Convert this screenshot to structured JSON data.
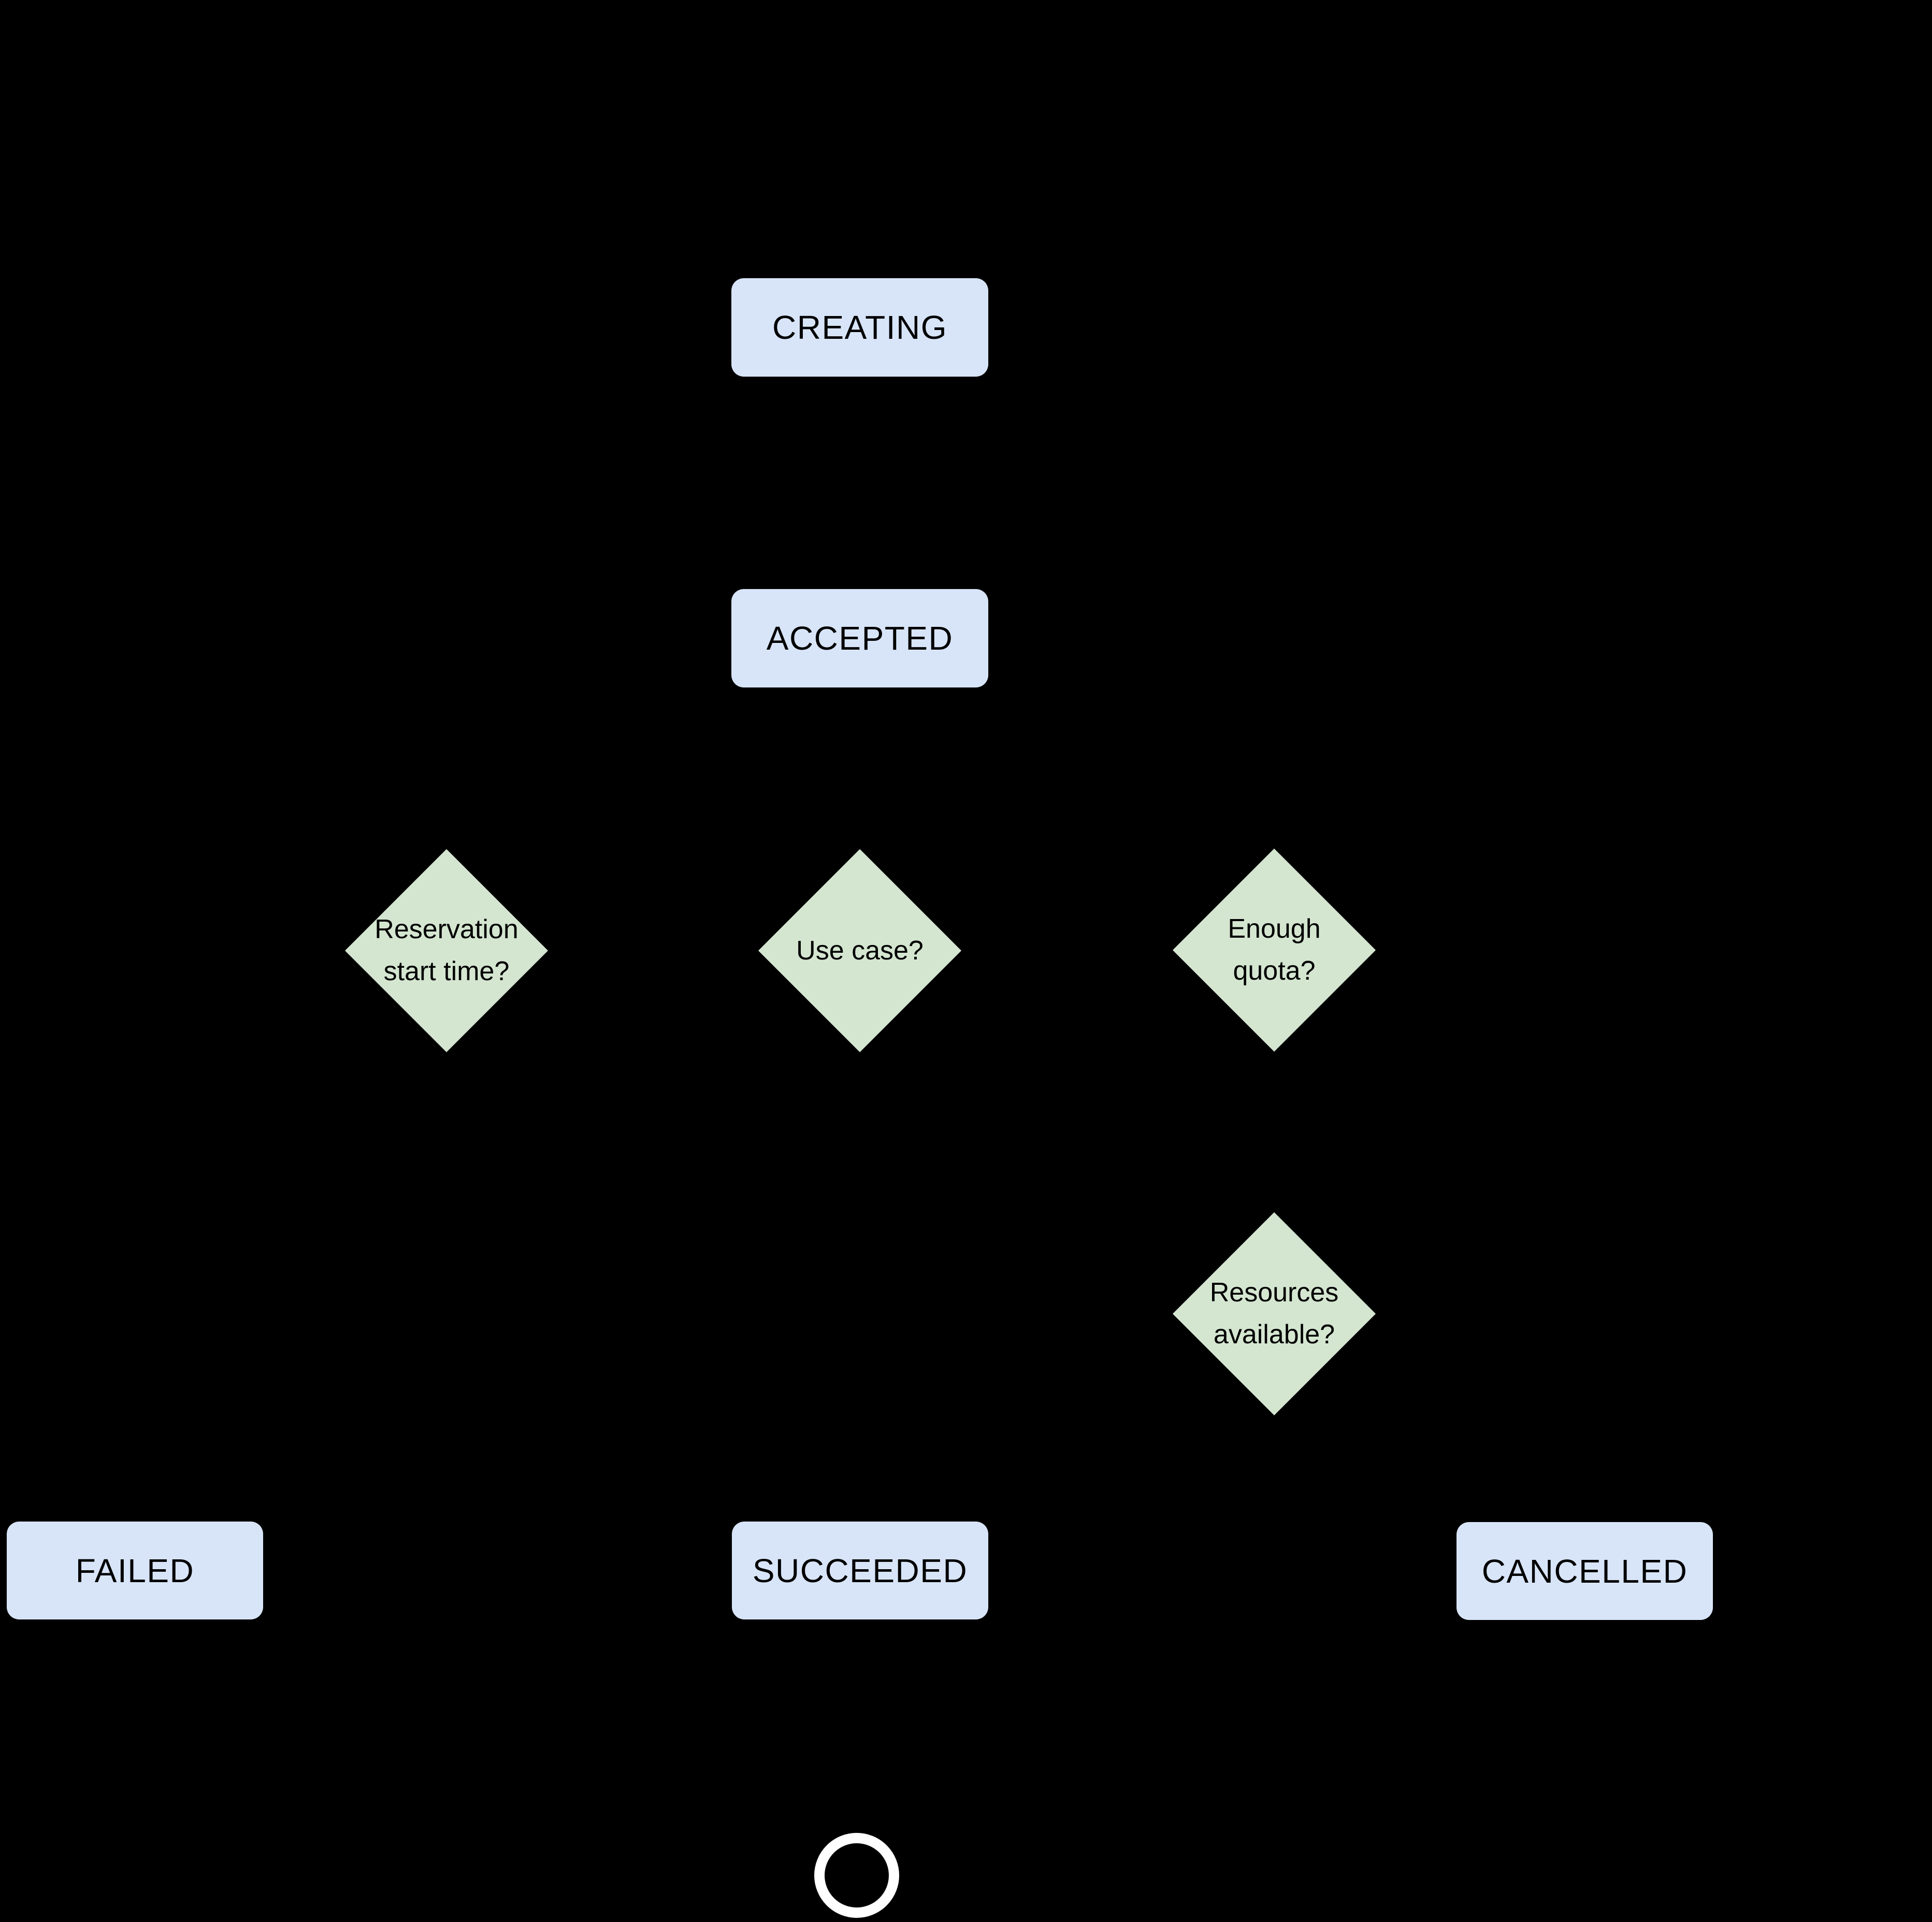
{
  "diagram": {
    "title": "",
    "background_color": "#000000",
    "text_color": "#000000",
    "states": [
      {
        "id": "creating",
        "label": "CREATING",
        "fill": "#d8e5f8"
      },
      {
        "id": "accepted",
        "label": "ACCEPTED",
        "fill": "#d8e5f8"
      },
      {
        "id": "failed",
        "label": "FAILED",
        "fill": "#d8e5f8"
      },
      {
        "id": "succeeded",
        "label": "SUCCEEDED",
        "fill": "#d8e5f8"
      },
      {
        "id": "cancelled",
        "label": "CANCELLED",
        "fill": "#d8e5f8"
      }
    ],
    "decisions": [
      {
        "id": "reservation-start-time",
        "lines": [
          "Reservation",
          "start time?"
        ],
        "fill": "#d4e6d0"
      },
      {
        "id": "use-case",
        "lines": [
          "Use case?",
          ""
        ],
        "fill": "#d4e6d0"
      },
      {
        "id": "enough-quota",
        "lines": [
          "Enough",
          "quota?"
        ],
        "fill": "#d4e6d0"
      },
      {
        "id": "resources-available",
        "lines": [
          "Resources",
          "available?"
        ],
        "fill": "#d4e6d0"
      }
    ],
    "terminal": {
      "id": "end",
      "shape": "circle-outline",
      "stroke_color": "#ffffff"
    }
  }
}
